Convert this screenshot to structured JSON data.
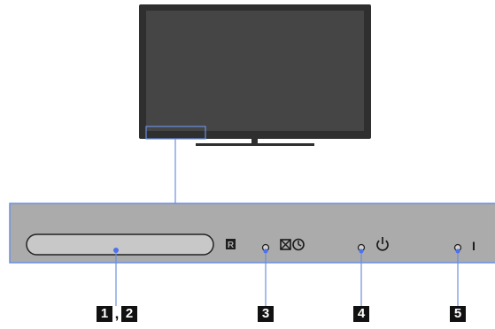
{
  "callouts": {
    "one": "1",
    "separator": ",",
    "two": "2",
    "three": "3",
    "four": "4",
    "five": "5"
  },
  "panel": {
    "remote_sensor_glyph": "R",
    "power_indicator_glyph": "I"
  },
  "icons": {
    "picture_off_timer": "picture-off-timer-icon",
    "timer": "timer-icon",
    "standby_power": "standby-power-icon"
  },
  "colors": {
    "tv_body": "#3a3a3a",
    "tv_screen": "#3f3f3f",
    "panel_fill": "#ababab",
    "panel_border": "#6a8fe0",
    "leader_line": "#6a8fe0",
    "leader_dot": "#4f72e8",
    "callout_badge": "#111111"
  }
}
